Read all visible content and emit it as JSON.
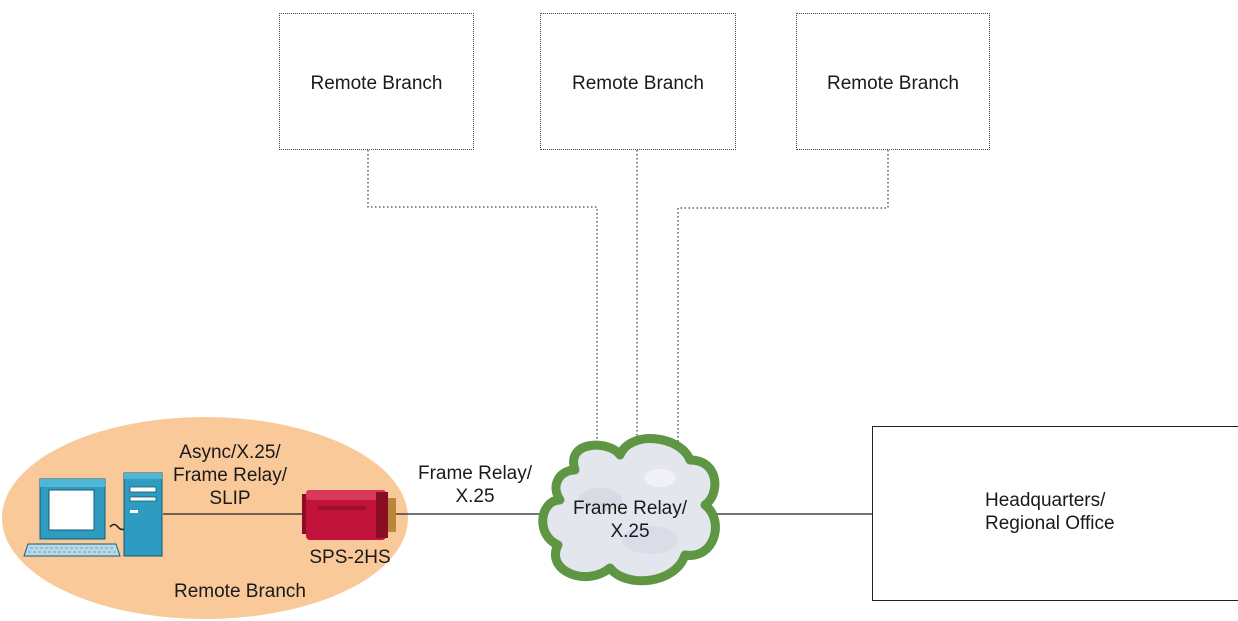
{
  "remote_branches": [
    {
      "label": "Remote Branch"
    },
    {
      "label": "Remote Branch"
    },
    {
      "label": "Remote Branch"
    }
  ],
  "local_branch": {
    "label": "Remote Branch",
    "link_label": [
      "Async/X.25/",
      "Frame Relay/",
      "SLIP"
    ],
    "device_label": "SPS-2HS"
  },
  "wan_link_label": [
    "Frame Relay/",
    "X.25"
  ],
  "cloud_label": [
    "Frame Relay/",
    "X.25"
  ],
  "headquarters": {
    "label": [
      "Headquarters/",
      "Regional Office"
    ]
  },
  "colors": {
    "branch_area": "#f9c99a",
    "device": "#c0123a",
    "cloud_border": "#5e9644",
    "cloud_fill": "#e4e6ee",
    "computer": "#2e9bc0"
  }
}
